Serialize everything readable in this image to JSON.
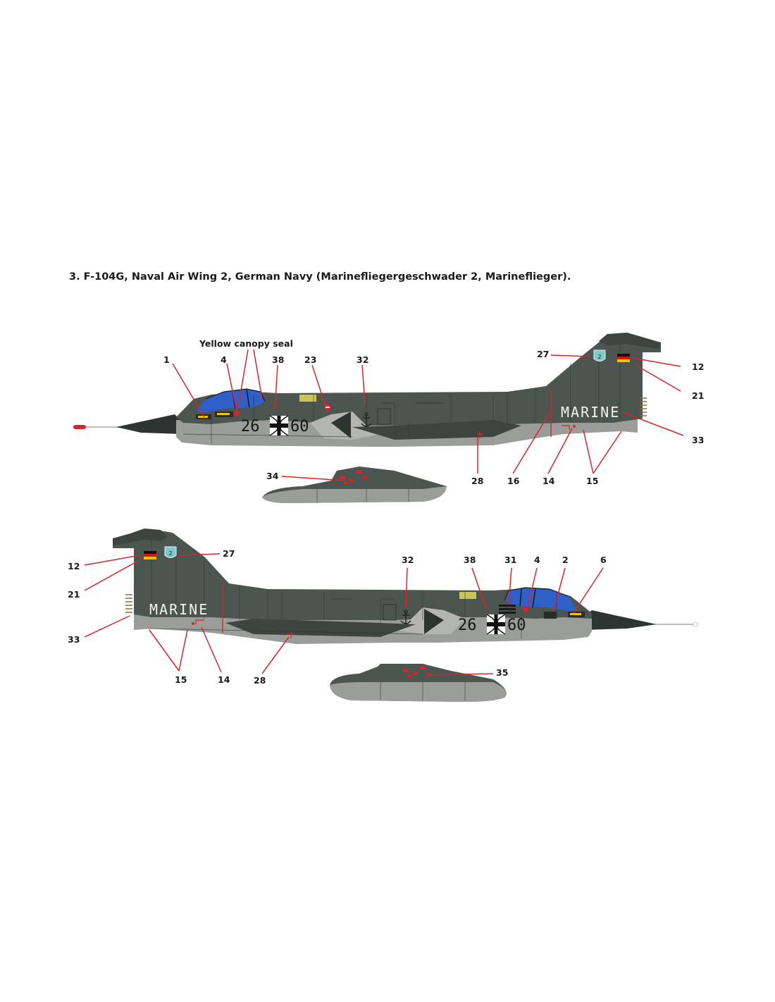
{
  "title": "3. F-104G, Naval Air Wing 2, German Navy (Marinefliegergeschwader 2, Marineflieger).",
  "top_view": {
    "canopy_note": "Yellow canopy seal",
    "serial_left": "26",
    "serial_right": "60",
    "marine": "MARINE",
    "badge": "2",
    "callouts": {
      "c1": "1",
      "c4": "4",
      "c38": "38",
      "c23": "23",
      "c32": "32",
      "c27": "27",
      "c12": "12",
      "c21": "21",
      "c33": "33",
      "c16": "16",
      "c14": "14",
      "c15": "15",
      "c28": "28",
      "c34": "34"
    }
  },
  "bottom_view": {
    "serial_left": "26",
    "serial_right": "60",
    "marine": "MARINE",
    "badge": "2",
    "callouts": {
      "c12": "12",
      "c21": "21",
      "c33": "33",
      "c27": "27",
      "c15": "15",
      "c14": "14",
      "c28": "28",
      "c32": "32",
      "c38": "38",
      "c31": "31",
      "c4": "4",
      "c2": "2",
      "c6": "6",
      "c35": "35"
    }
  },
  "colors": {
    "upper_gray": "#4d5550",
    "lower_gray": "#9a9d9a",
    "canopy_blue": "#2f5fc8",
    "callout_red": "#d8252b",
    "flag_black": "#111111",
    "flag_red": "#dd1111",
    "flag_gold": "#f2c200",
    "badge_cyan": "#7fc9c9"
  }
}
